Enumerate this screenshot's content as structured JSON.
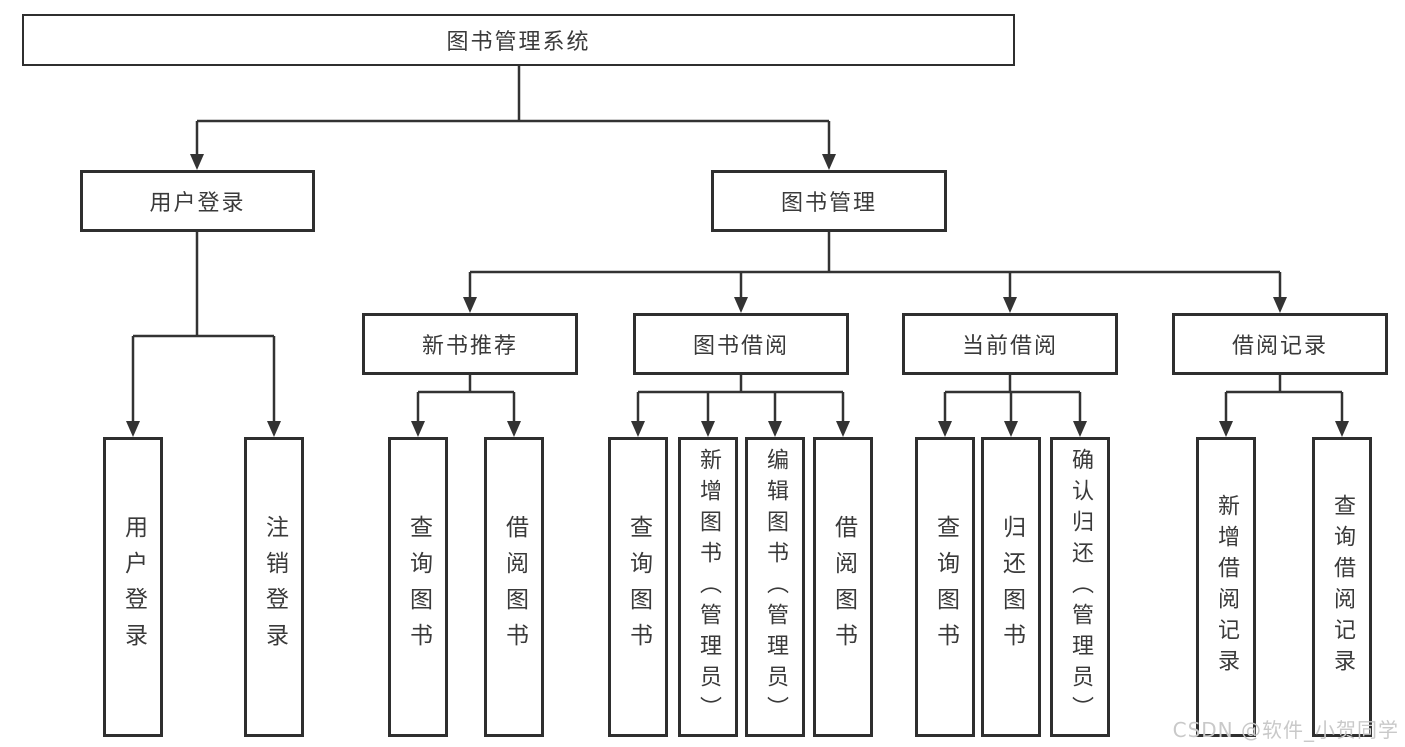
{
  "tree": {
    "root": {
      "label": "图书管理系统"
    },
    "children": [
      {
        "label": "用户登录",
        "children": [
          {
            "label": "用户登录"
          },
          {
            "label": "注销登录"
          }
        ]
      },
      {
        "label": "图书管理",
        "children": [
          {
            "label": "新书推荐",
            "children": [
              {
                "label": "查询图书"
              },
              {
                "label": "借阅图书"
              }
            ]
          },
          {
            "label": "图书借阅",
            "children": [
              {
                "label": "查询图书"
              },
              {
                "label": "新增图书（管理员）"
              },
              {
                "label": "编辑图书（管理员）"
              },
              {
                "label": "借阅图书"
              }
            ]
          },
          {
            "label": "当前借阅",
            "children": [
              {
                "label": "查询图书"
              },
              {
                "label": "归还图书"
              },
              {
                "label": "确认归还（管理员）"
              }
            ]
          },
          {
            "label": "借阅记录",
            "children": [
              {
                "label": "新增借阅记录"
              },
              {
                "label": "查询借阅记录"
              }
            ]
          }
        ]
      }
    ]
  },
  "watermark": {
    "text": "CSDN @软件_小贺同学"
  },
  "colors": {
    "line": "#333333",
    "box_border": "#2f2f2f",
    "text": "#3a3a3a",
    "background": "#ffffff",
    "watermark": "#c9c9c9"
  }
}
